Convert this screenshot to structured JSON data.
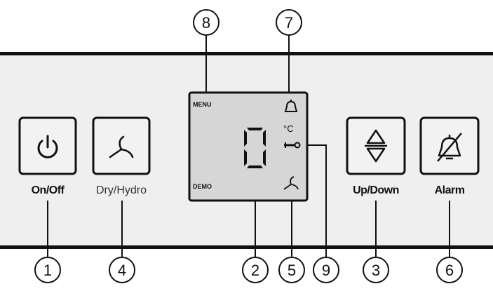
{
  "buttons": {
    "onoff": {
      "label": "On/Off",
      "icon": "power-icon"
    },
    "dryhydro": {
      "label": "Dry/Hydro",
      "icon": "fan-icon"
    },
    "updown": {
      "label": "Up/Down",
      "icon": "up-down-arrows-icon"
    },
    "alarm": {
      "label": "Alarm",
      "icon": "alarm-mute-icon"
    }
  },
  "display": {
    "menu_label": "MENU",
    "demo_label": "DEMO",
    "digit": "0",
    "unit": "°C",
    "icons": [
      "bell-icon",
      "key-icon",
      "fan-icon"
    ]
  },
  "callouts": {
    "c1": "1",
    "c2": "2",
    "c3": "3",
    "c4": "4",
    "c5": "5",
    "c6": "6",
    "c7": "7",
    "c8": "8",
    "c9": "9"
  },
  "colors": {
    "panel": "#efefef",
    "lcd": "#d6d6d6",
    "button": "#f2f2f2",
    "outline": "#111111",
    "secondary_label": "#333333"
  }
}
